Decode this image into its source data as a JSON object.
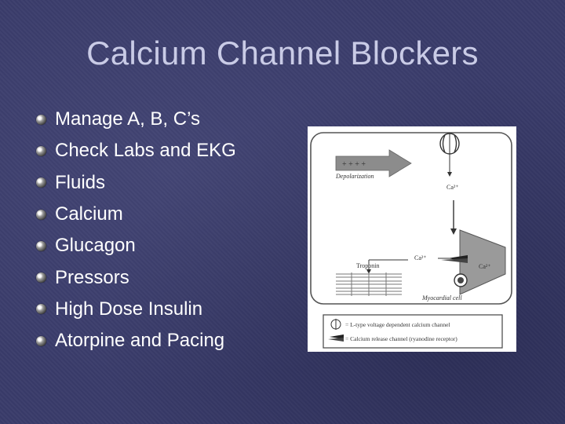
{
  "slide": {
    "title": "Calcium Channel Blockers",
    "bullets": [
      "Manage A, B, C’s",
      "Check Labs and EKG",
      "Fluids",
      "Calcium",
      "Glucagon",
      "Pressors",
      "High Dose Insulin",
      "Atorpine and Pacing"
    ]
  },
  "figure": {
    "depolarization_charges": "+ + + +",
    "depolarization_label": "Depolarization",
    "ca_channel_label": "Ca²⁺",
    "ca_cytosol_label": "Ca²⁺",
    "ca_store_label": "Ca²⁺",
    "troponin_label": "Troponin",
    "cell_label": "Myocardial cell",
    "legend": [
      "= L-type voltage dependent calcium channel",
      "= Calcium release channel (ryanodine receptor)"
    ]
  }
}
